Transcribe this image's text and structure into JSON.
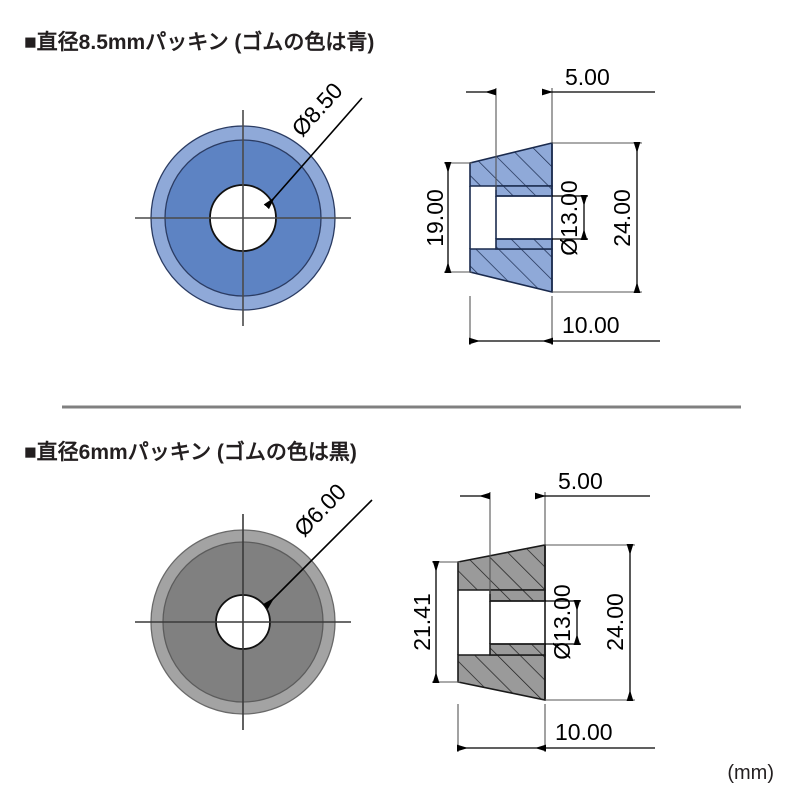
{
  "page": {
    "units_label": "(mm)",
    "background": "#ffffff"
  },
  "sections": [
    {
      "id": "gasket-8-5",
      "title": "■直径8.5mmパッキン (ゴムの色は青)",
      "material_color_name": "青",
      "colors": {
        "outer_ring": "#8fa9d8",
        "inner_body": "#5d83c3",
        "hole": "#ffffff",
        "outline": "#1a1a2e",
        "hatch": "#1a1a2e"
      },
      "front_view": {
        "hole_label": "Ø8.50"
      },
      "section_view": {
        "dim_top": "5.00",
        "dim_left": "19.00",
        "dim_inner": "Ø13.00",
        "dim_right": "24.00",
        "dim_bottom": "10.00"
      }
    },
    {
      "id": "gasket-6",
      "title": "■直径6mmパッキン (ゴムの色は黒)",
      "material_color_name": "黒",
      "colors": {
        "outer_ring": "#a3a3a3",
        "inner_body": "#808080",
        "hole": "#ffffff",
        "outline": "#1a1a1a",
        "hatch": "#1a1a1a"
      },
      "front_view": {
        "hole_label": "Ø6.00"
      },
      "section_view": {
        "dim_top": "5.00",
        "dim_left": "21.41",
        "dim_inner": "Ø13.00",
        "dim_right": "24.00",
        "dim_bottom": "10.00"
      }
    }
  ],
  "divider": {
    "color": "#808080"
  }
}
